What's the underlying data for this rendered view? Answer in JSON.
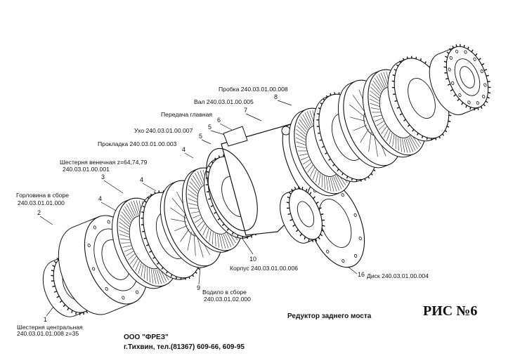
{
  "title": "Редуктор заднего моста",
  "figure": "РИС №6",
  "company": {
    "name": "ООО \"ФРЕЗ\"",
    "address": "г.Тихвин, тел.(81367) 609-66, 609-95"
  },
  "callouts": [
    {
      "id": "c8",
      "num": "8",
      "text": "Пробка 240.03.01.00.008"
    },
    {
      "id": "c7",
      "num": "7",
      "text": "Вал 240.03.01.00.005"
    },
    {
      "id": "c6",
      "num": "6",
      "text": "Передача главная"
    },
    {
      "id": "c5a",
      "num": "5",
      "text": "Ухо 240.03.01.00.007"
    },
    {
      "id": "c5b",
      "num": "5",
      "text": "Прокладка 240.03.01.00.003"
    },
    {
      "id": "c4a",
      "num": "4",
      "text": ""
    },
    {
      "id": "c3",
      "num": "3",
      "text": "Шестерня венечная z=64,74,79",
      "text2": "240.03.01.00.001"
    },
    {
      "id": "c4b",
      "num": "4",
      "text": ""
    },
    {
      "id": "c4c",
      "num": "4",
      "text": ""
    },
    {
      "id": "c2",
      "num": "2",
      "text": "Горловина в сборе",
      "text2": "240.03.01.01.000"
    },
    {
      "id": "c1",
      "num": "1",
      "text": "Шестерня центральная",
      "text2": "240.03.01.01.008  z=35"
    },
    {
      "id": "c9",
      "num": "9",
      "text": "Водило в сборе",
      "text2": "240.03.01.02.000"
    },
    {
      "id": "c10",
      "num": "10",
      "text": "Корпус 240.03.01.00.006"
    },
    {
      "id": "c16",
      "num": "16",
      "text": "Диск 240.03.01.00.004"
    }
  ]
}
